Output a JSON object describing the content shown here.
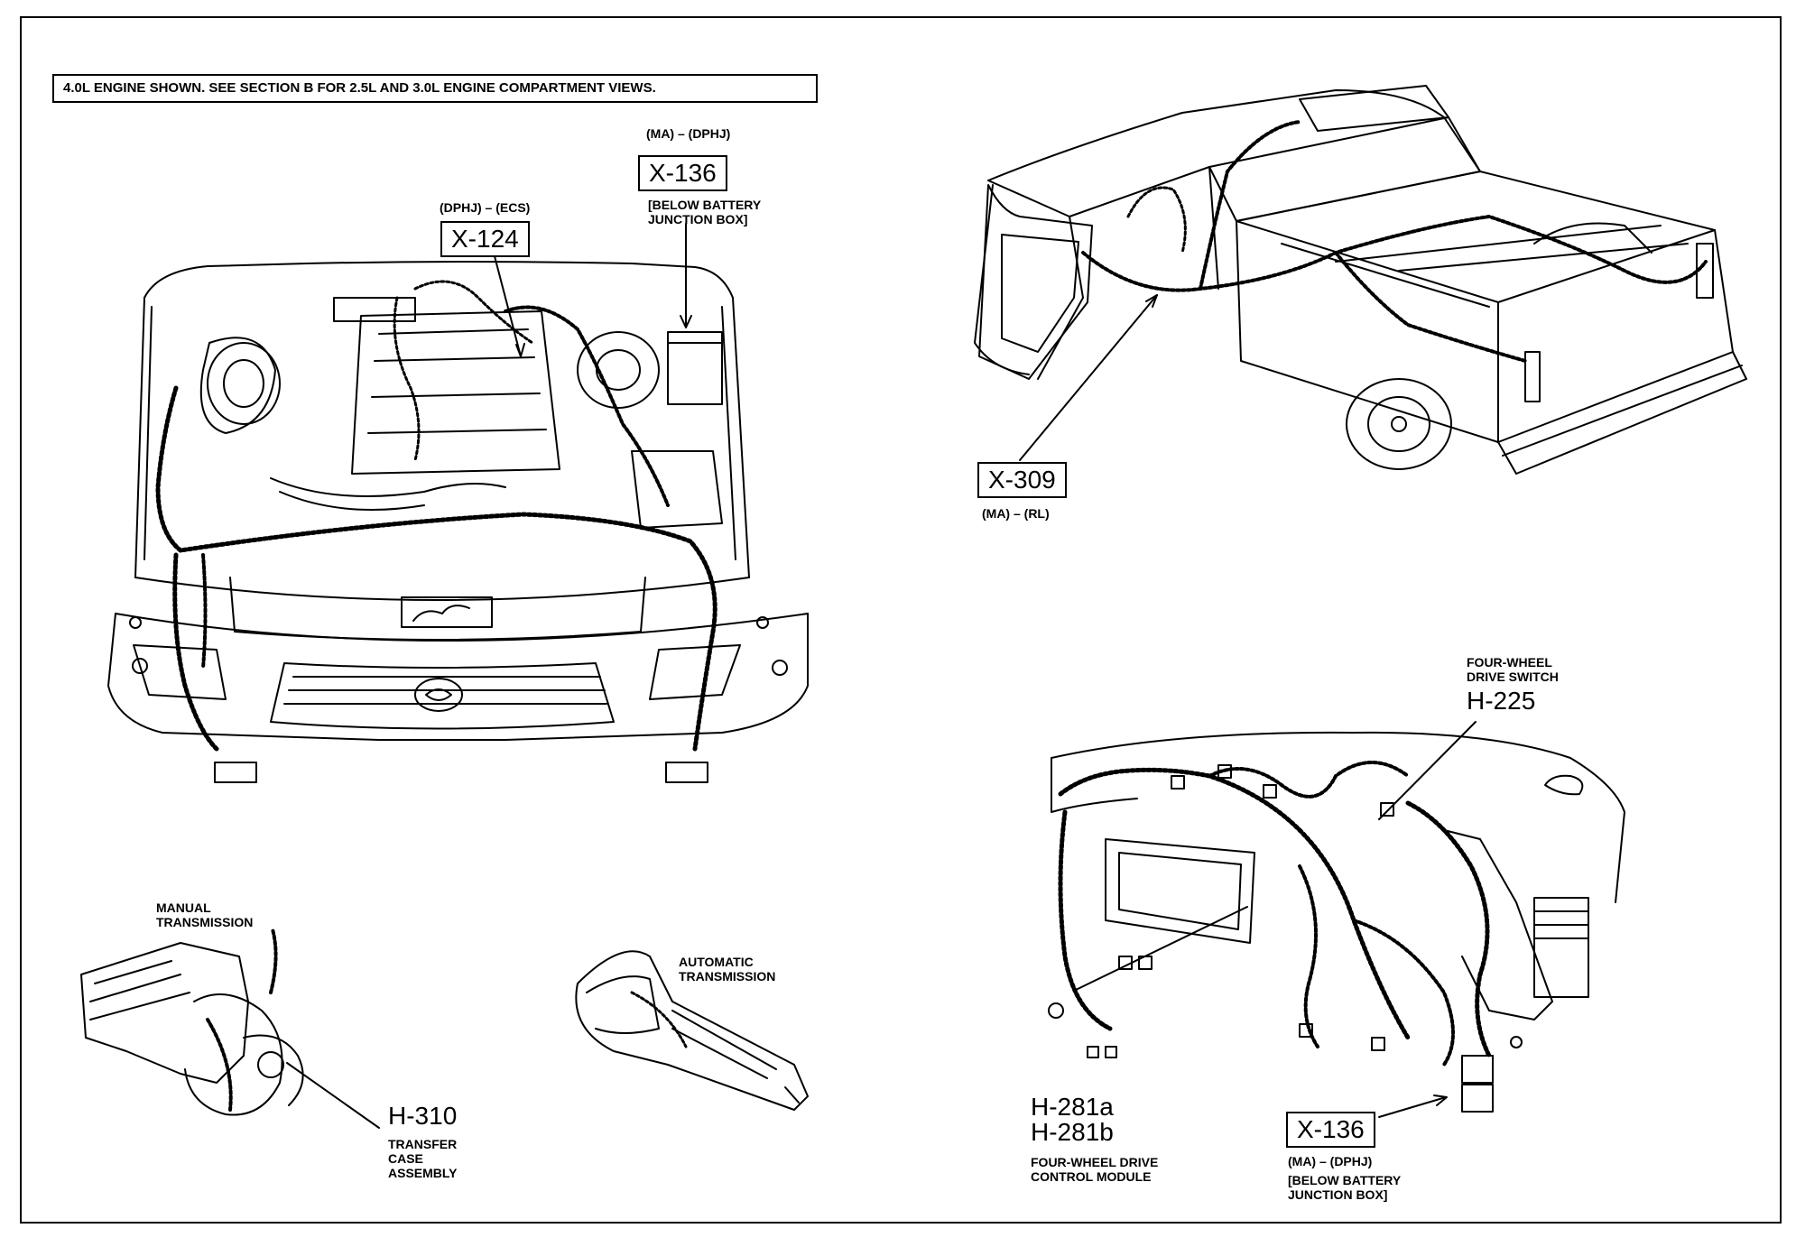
{
  "note": "4.0L ENGINE SHOWN. SEE SECTION B FOR 2.5L AND 3.0L ENGINE COMPARTMENT VIEWS.",
  "engine": {
    "x136": {
      "code": "X-136",
      "routing": "(MA) – (DPHJ)",
      "location_1": "[BELOW BATTERY",
      "location_2": "JUNCTION BOX]"
    },
    "x124": {
      "code": "X-124",
      "routing": "(DPHJ) – (ECS)"
    }
  },
  "truck": {
    "x309": {
      "code": "X-309",
      "routing": "(MA) – (RL)"
    }
  },
  "transmission": {
    "manual_1": "MANUAL",
    "manual_2": "TRANSMISSION",
    "automatic_1": "AUTOMATIC",
    "automatic_2": "TRANSMISSION",
    "h310": {
      "code": "H-310",
      "label_1": "TRANSFER",
      "label_2": "CASE",
      "label_3": "ASSEMBLY"
    }
  },
  "dash": {
    "h225": {
      "code": "H-225",
      "label_1": "FOUR-WHEEL",
      "label_2": "DRIVE SWITCH"
    },
    "h281": {
      "code_a": "H-281a",
      "code_b": "H-281b",
      "label_1": "FOUR-WHEEL DRIVE",
      "label_2": "CONTROL MODULE"
    },
    "x136": {
      "code": "X-136",
      "routing": "(MA) – (DPHJ)",
      "location_1": "[BELOW BATTERY",
      "location_2": "JUNCTION BOX]"
    }
  }
}
